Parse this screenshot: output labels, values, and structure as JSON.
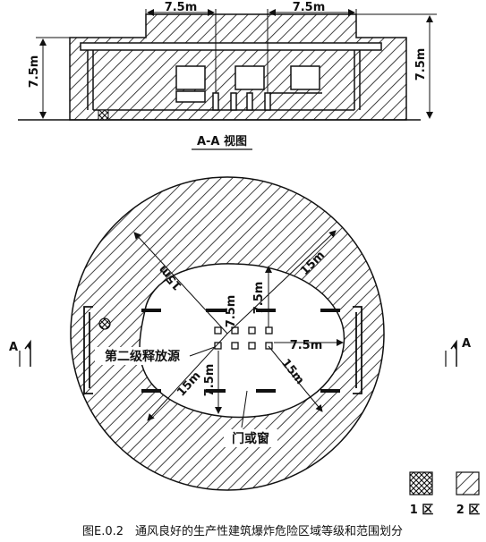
{
  "section_view": {
    "title": "A-A 视图",
    "dim_top_left": "7.5m",
    "dim_top_right": "7.5m",
    "dim_left_height": "7.5m",
    "dim_right_height": "7.5m"
  },
  "plan_view": {
    "section_marker_left": "A",
    "section_marker_right": "A",
    "source_label": "第二级释放源",
    "door_window_label": "门或窗",
    "dim_15m_upper_left": "15m",
    "dim_15m_upper_right": "15m",
    "dim_15m_lower_left": "15m",
    "dim_15m_lower_right": "15m",
    "dim_7_5m_up": "7.5m",
    "dim_7_5m_down": "7.5m",
    "dim_7_5m_right": "7.5m"
  },
  "legend": {
    "zone1": "1 区",
    "zone2": "2 区"
  },
  "caption": "图E.0.2　通风良好的生产性建筑爆炸危险区域等级和范围划分",
  "colors": {
    "ink": "#111111",
    "paper": "#ffffff"
  }
}
